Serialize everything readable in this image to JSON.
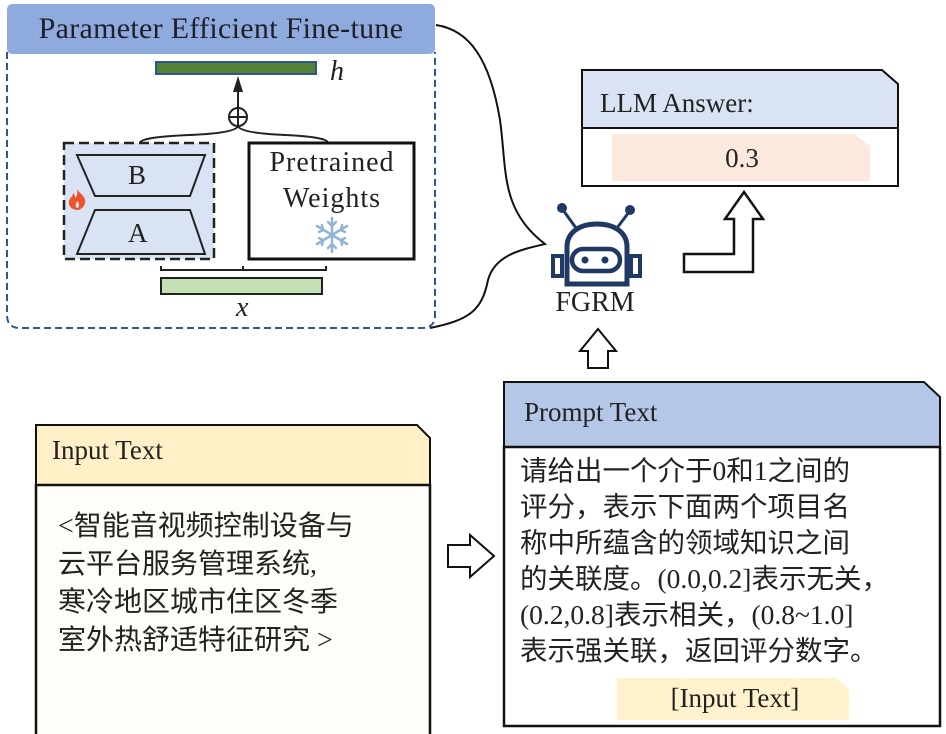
{
  "peft": {
    "title": "Parameter Efficient Fine-tune",
    "output_label": "h",
    "input_label": "x",
    "lora_b_label": "B",
    "lora_a_label": "A",
    "pretrained_line1": "Pretrained",
    "pretrained_line2": "Weights",
    "trainable_icon": "fire-icon",
    "frozen_icon": "snowflake-icon",
    "sum_icon": "circle-plus-icon"
  },
  "model": {
    "name": "FGRM",
    "icon": "robot-icon"
  },
  "answer": {
    "title": "LLM Answer:",
    "value": "0.3"
  },
  "input_text": {
    "title": "Input Text",
    "lines": [
      "<智能音视频控制设备与",
      "云平台服务管理系统,",
      "寒冷地区城市住区冬季",
      "室外热舒适特征研究 >"
    ]
  },
  "prompt_text": {
    "title": "Prompt Text",
    "lines": [
      "请给出一个介于0和1之间的",
      "评分，表示下面两个项目名",
      "称中所蕴含的领域知识之间",
      "的关联度。(0.0,0.2]表示无关，",
      "(0.2,0.8]表示相关，(0.8~1.0]",
      "表示强关联，返回评分数字。"
    ],
    "placeholder": "[Input Text]"
  },
  "colors": {
    "peft_header": "#8faadc",
    "lora_fill": "#dae3f3",
    "h_bar": "#548235",
    "x_bar": "#c5e0b4",
    "dashed_border": "#2f5597",
    "answer_header": "#dae3f3",
    "answer_value_fill": "#fbe9dd",
    "input_header": "#fff0c8",
    "input_body": "#fffdf7",
    "prompt_header": "#b4c7e7",
    "placeholder_fill": "#fff2cc",
    "robot": "#203864",
    "fire": "#f0522a",
    "snowflake": "#8fb4d6"
  }
}
